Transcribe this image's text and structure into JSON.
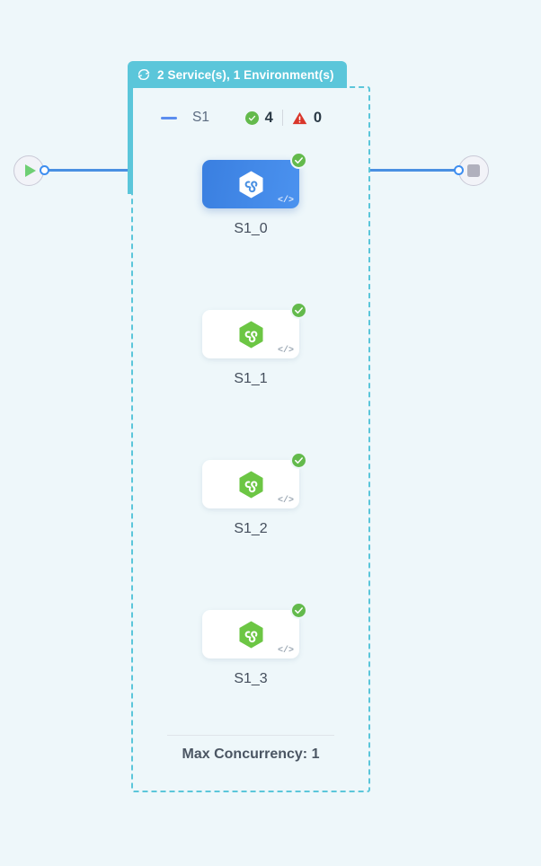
{
  "group": {
    "header_label": "2 Service(s), 1 Environment(s)",
    "header_icon": "cycle-icon",
    "accent_color": "#5bc6da"
  },
  "service_row": {
    "collapse_icon": "minus-icon",
    "name": "S1",
    "success_icon": "check-circle-icon",
    "success_count": "4",
    "warning_icon": "warning-triangle-icon",
    "warning_count": "0",
    "success_color": "#63ba4c",
    "warning_color": "#d9362b"
  },
  "endpoints": {
    "start": {
      "icon": "play-icon",
      "name": "start-endpoint"
    },
    "end": {
      "icon": "stop-icon",
      "name": "end-endpoint"
    }
  },
  "nodes": [
    {
      "label": "S1_0",
      "icon": "nodejs-hex-icon",
      "status_icon": "check-circle-icon",
      "code_glyph": "</>",
      "selected": true
    },
    {
      "label": "S1_1",
      "icon": "nodejs-hex-icon",
      "status_icon": "check-circle-icon",
      "code_glyph": "</>",
      "selected": false
    },
    {
      "label": "S1_2",
      "icon": "nodejs-hex-icon",
      "status_icon": "check-circle-icon",
      "code_glyph": "</>",
      "selected": false
    },
    {
      "label": "S1_3",
      "icon": "nodejs-hex-icon",
      "status_icon": "check-circle-icon",
      "code_glyph": "</>",
      "selected": false
    }
  ],
  "footer": {
    "max_concurrency_label": "Max Concurrency: 1"
  }
}
